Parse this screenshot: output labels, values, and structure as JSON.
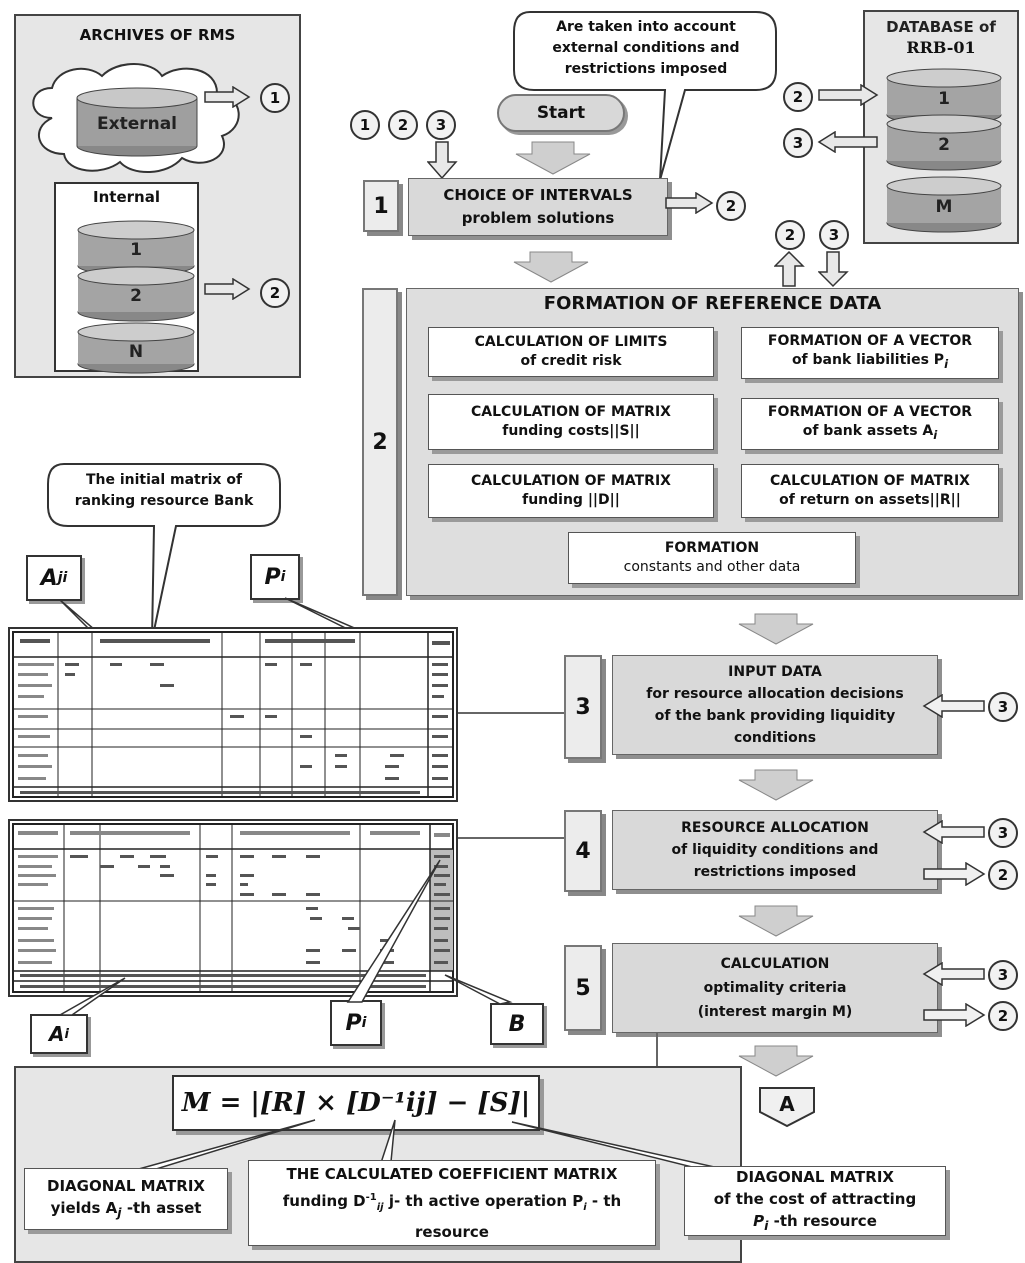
{
  "archives": {
    "title": "ARCHIVES OF RMS",
    "external": "External",
    "internal": "Internal",
    "internal_items": [
      "1",
      "2",
      "N"
    ]
  },
  "database": {
    "title_line1": "DATABASE of",
    "title_line2": "RRB-01",
    "items": [
      "1",
      "2",
      "M"
    ]
  },
  "callout_top": [
    "Are taken into account",
    "external conditions and",
    "restrictions imposed"
  ],
  "start": "Start",
  "circles_top": [
    "1",
    "2",
    "3"
  ],
  "conn": {
    "one": "1",
    "two": "2",
    "three": "3"
  },
  "steps": {
    "s1": {
      "num": "1",
      "line1": "CHOICE OF INTERVALS",
      "line2": "problem solutions"
    },
    "s2": {
      "num": "2",
      "title": "FORMATION OF REFERENCE DATA"
    },
    "s3": {
      "num": "3",
      "line1": "INPUT DATA",
      "line2": "for resource allocation decisions",
      "line3": "of the bank providing liquidity",
      "line4": "conditions"
    },
    "s4": {
      "num": "4",
      "line1": "RESOURCE ALLOCATION",
      "line2": "of liquidity conditions and",
      "line3": "restrictions imposed"
    },
    "s5": {
      "num": "5",
      "line1": "CALCULATION",
      "line2": "optimality criteria",
      "line3": "(interest margin M)"
    }
  },
  "ref_boxes": {
    "limits": [
      "CALCULATION OF LIMITS",
      "of credit risk"
    ],
    "liab": [
      "FORMATION OF A VECTOR",
      "of bank liabilities P",
      "i"
    ],
    "costs": [
      "CALCULATION OF MATRIX",
      "funding costs||S||"
    ],
    "assets": [
      "FORMATION OF A VECTOR",
      "of bank assets A",
      "i"
    ],
    "funding": [
      "CALCULATION OF MATRIX",
      "funding ||D||"
    ],
    "return": [
      "CALCULATION OF MATRIX",
      "of return on assets||R||"
    ],
    "consts": [
      "FORMATION",
      "constants and other data"
    ]
  },
  "callout_matrix": [
    "The initial matrix of",
    "ranking resource Bank"
  ],
  "labels": {
    "aji": "A",
    "aji_sub": "ji",
    "pi_top": "P",
    "pi_top_sub": "i",
    "ai": "A",
    "ai_sub": "i",
    "pi_bottom": "P",
    "pi_bottom_sub": "i",
    "b": "B",
    "a_end": "A"
  },
  "formula": "M = |[R] × [D⁻¹ij] − [S]|",
  "bottom_boxes": {
    "diag1": [
      "DIAGONAL MATRIX",
      "yields A",
      "j",
      " -th asset"
    ],
    "coef": [
      "THE CALCULATED COEFFICIENT MATRIX",
      "funding D",
      "-1",
      "ij",
      " j- th active operation P",
      "i",
      " - th",
      "resource"
    ],
    "diag2": [
      "DIAGONAL MATRIX",
      "of the cost of attracting",
      "P",
      "i",
      " -th resource"
    ]
  }
}
